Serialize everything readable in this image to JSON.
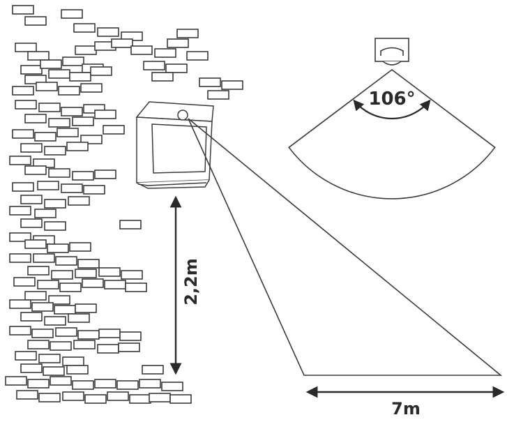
{
  "labels": {
    "angle": "106°",
    "mount_height": "2,2m",
    "detection_range": "7m"
  },
  "colors": {
    "stroke": "#3a3a3a",
    "brick_fill": "#ffffff",
    "background": "#ffffff"
  },
  "icons": {
    "wall": "brick-wall",
    "lamp": "wall-lamp-with-motion-sensor",
    "sensor": "pir-sensor-head"
  }
}
